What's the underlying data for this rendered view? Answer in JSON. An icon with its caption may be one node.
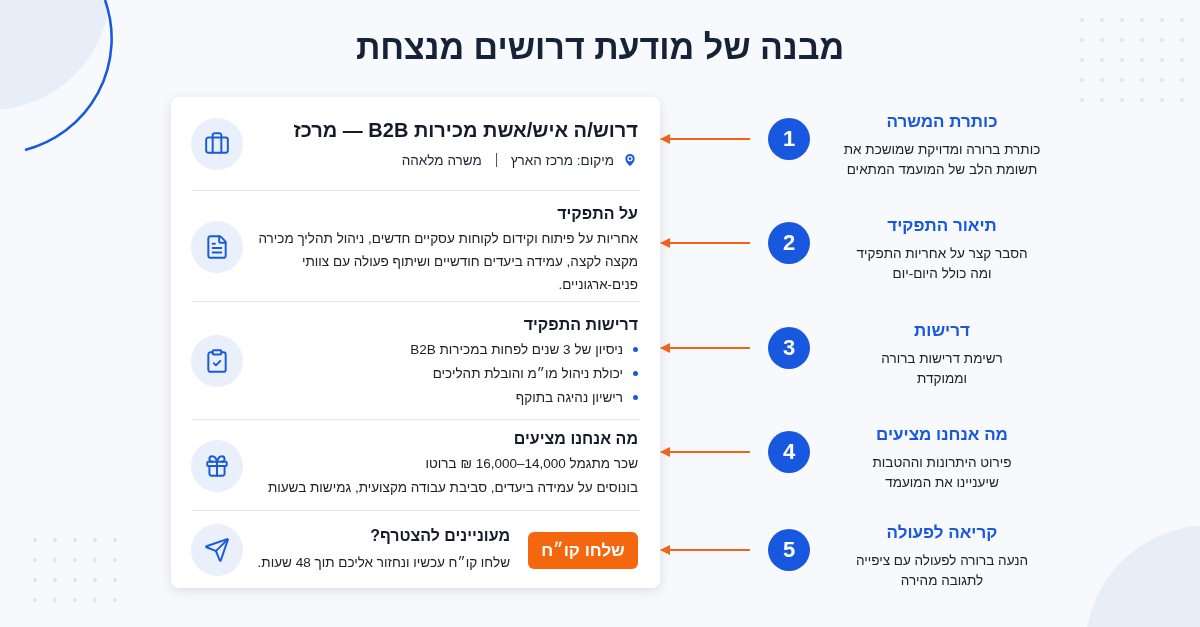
{
  "diagram": {
    "title": "מבנה של מודעת דרושים מנצחת",
    "nodes": [
      {
        "text": [],
        "shape": "box"
      },
      {
        "text": [
          "דרוש/ה איש/אשת מכירות B2B — מרכז",
          "מיקום: מרכז הארץ",
          "משרה מלאהה"
        ],
        "in": 0
      },
      {
        "text": [
          "על התפקיד",
          "אחריות על פיתוח וקידום לקוחות עסקיים חדשים, ניהול תהליך מכירה מקצה לקצה, עמידה ביעדים חודשיים ושיתוף פעולה עם צוותי פנים-ארגוניים."
        ],
        "in": 0
      },
      {
        "text": [
          "דרישות התפקיד",
          "ניסיון של 3 שנים לפחות במכירות B2B",
          "יכולת ניהול מו״מ והובלת תהליכים",
          "רישיון נהיגה בתוקף"
        ],
        "in": 0
      },
      {
        "text": [
          "מה אנחנו מציעים",
          "שכר מתגמל 14,000–16,000 ₪ ברוטו",
          "בונוסים על עמידה ביעדים, סביבת עבודה מקצועית, גמישות בשעות"
        ],
        "in": 0
      },
      {
        "text": [
          "מעוניינים להצטרף?",
          "שלחו קו״ח עכשיו ונחזור אליכם תוך 48 שעות.",
          "שלחו קו״ח"
        ],
        "in": 0
      },
      {
        "text": [
          "1"
        ],
        "beside": [
          "כותרת המשרה",
          "כותרת ברורה ומדויקת שמושכת את תשומת הלב של המועמד המתאים"
        ]
      },
      {
        "text": [
          "2"
        ],
        "beside": [
          "תיאור התפקיד",
          "הסבר קצר על אחריות התפקיד ומה כולל היום-יום"
        ]
      },
      {
        "text": [
          "3"
        ],
        "beside": [
          "דרישות",
          "רשימת דרישות ברורה וממוקדת"
        ]
      },
      {
        "text": [
          "4"
        ],
        "beside": [
          "מה אנחנו מציעים",
          "פירוט היתרונות וההטבות שיעניינו את המועמד"
        ]
      },
      {
        "text": [
          "5"
        ],
        "beside": [
          "קריאה לפעולה",
          "הנעה ברורה לפעולה עם ציפייה לתגובה מהירה"
        ]
      }
    ],
    "edges": [
      {
        "from": 6,
        "to": 1,
        "arrow": "to"
      },
      {
        "from": 7,
        "to": 2,
        "arrow": "to"
      },
      {
        "from": 8,
        "to": 3,
        "arrow": "to"
      },
      {
        "from": 9,
        "to": 4,
        "arrow": "to"
      },
      {
        "from": 10,
        "to": 5,
        "arrow": "to"
      }
    ]
  }
}
